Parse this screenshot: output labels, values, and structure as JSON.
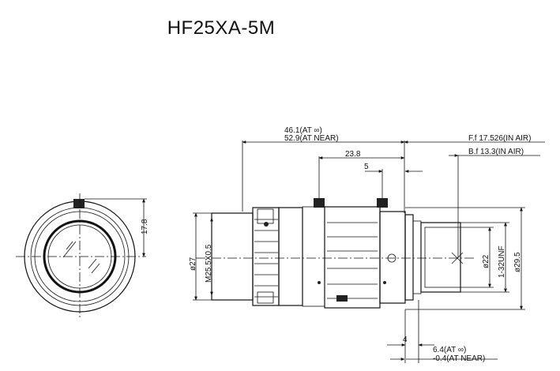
{
  "title": "HF25XA-5M",
  "dims": {
    "len_inf": "46.1(AT ∞)",
    "len_near": "52.9(AT NEAR)",
    "d238": "23.8",
    "d5": "5",
    "ff": "F.f  17.526(IN AIR)",
    "bf": "B.f  13.3(IN AIR)",
    "d178": "17.8",
    "dia27": "ø27",
    "m255": "M25.5X0.5",
    "dia22": "ø22",
    "unf": "1-32UNF",
    "dia295": "ø29.5",
    "d4": "4",
    "ext_inf": "6.4(AT ∞)",
    "ext_near": "-0.4(AT NEAR)"
  }
}
